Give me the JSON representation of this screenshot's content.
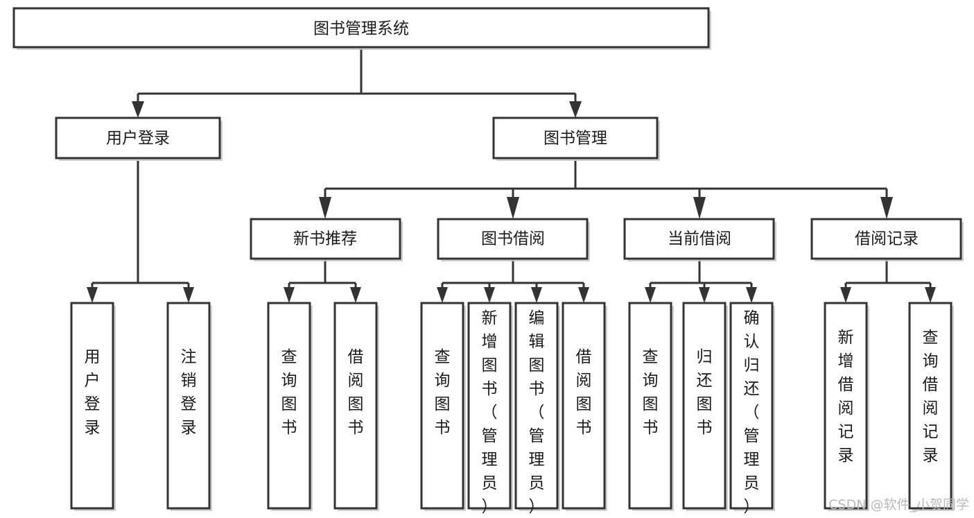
{
  "diagram": {
    "type": "hierarchy-tree",
    "title": "图书管理系统",
    "orientation": "top-down",
    "colors": {
      "node_fill": "#ffffff",
      "node_stroke": "#333333",
      "text": "#1a1a1a",
      "watermark": "#b9b9b9",
      "background": "#ffffff"
    },
    "levels": {
      "level1": {
        "nodes": [
          {
            "id": "root",
            "label": "图书管理系统",
            "orientation": "horizontal"
          }
        ]
      },
      "level2": {
        "nodes": [
          {
            "id": "login",
            "label": "用户登录",
            "orientation": "horizontal"
          },
          {
            "id": "bookmgmt",
            "label": "图书管理",
            "orientation": "horizontal"
          }
        ]
      },
      "level3": {
        "nodes": [
          {
            "id": "newbook",
            "label": "新书推荐",
            "orientation": "horizontal"
          },
          {
            "id": "borrow",
            "label": "图书借阅",
            "orientation": "horizontal"
          },
          {
            "id": "current",
            "label": "当前借阅",
            "orientation": "horizontal"
          },
          {
            "id": "record",
            "label": "借阅记录",
            "orientation": "horizontal"
          }
        ]
      },
      "level4": {
        "groups": [
          {
            "parent": "login",
            "nodes": [
              {
                "id": "leaf-user-login",
                "label": "用户登录",
                "orientation": "vertical"
              },
              {
                "id": "leaf-user-logout",
                "label": "注销登录",
                "orientation": "vertical"
              }
            ]
          },
          {
            "parent": "newbook",
            "nodes": [
              {
                "id": "leaf-query-book-1",
                "label": "查询图书",
                "orientation": "vertical"
              },
              {
                "id": "leaf-borrow-book-1",
                "label": "借阅图书",
                "orientation": "vertical"
              }
            ]
          },
          {
            "parent": "borrow",
            "nodes": [
              {
                "id": "leaf-query-book-2",
                "label": "查询图书",
                "orientation": "vertical"
              },
              {
                "id": "leaf-add-book",
                "label": "新增图书（管理员）",
                "orientation": "vertical"
              },
              {
                "id": "leaf-edit-book",
                "label": "编辑图书（管理员）",
                "orientation": "vertical"
              },
              {
                "id": "leaf-borrow-book-2",
                "label": "借阅图书",
                "orientation": "vertical"
              }
            ]
          },
          {
            "parent": "current",
            "nodes": [
              {
                "id": "leaf-query-book-3",
                "label": "查询图书",
                "orientation": "vertical"
              },
              {
                "id": "leaf-return-book",
                "label": "归还图书",
                "orientation": "vertical"
              },
              {
                "id": "leaf-confirm-return",
                "label": "确认归还（管理员）",
                "orientation": "vertical"
              }
            ]
          },
          {
            "parent": "record",
            "nodes": [
              {
                "id": "leaf-add-record",
                "label": "新增借阅记录",
                "orientation": "vertical"
              },
              {
                "id": "leaf-query-record",
                "label": "查询借阅记录",
                "orientation": "vertical"
              }
            ]
          }
        ]
      }
    }
  },
  "watermark": {
    "text": "CSDN @软件_小贺同学"
  }
}
